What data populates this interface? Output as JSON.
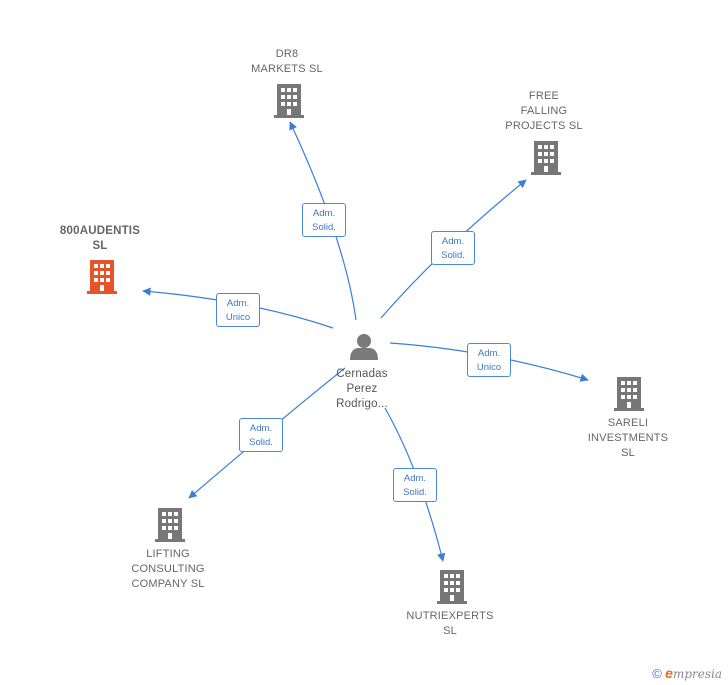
{
  "colors": {
    "edge": "#3a7fd5",
    "company": "#777777",
    "highlight": "#e8542a",
    "person": "#7a7a7a"
  },
  "center": {
    "label": "Cernadas\nPerez\nRodrigo..."
  },
  "nodes": [
    {
      "id": "dr8",
      "label": "DR8\nMARKETS  SL",
      "highlight": false
    },
    {
      "id": "free",
      "label": "FREE\nFALLING\nPROJECTS SL",
      "highlight": false
    },
    {
      "id": "audentis",
      "label": "800AUDENTIS\nSL",
      "highlight": true
    },
    {
      "id": "sareli",
      "label": "SARELI\nINVESTMENTS\nSL",
      "highlight": false
    },
    {
      "id": "lifting",
      "label": "LIFTING\nCONSULTING\nCOMPANY SL",
      "highlight": false
    },
    {
      "id": "nutri",
      "label": "NUTRIEXPERTS\nSL",
      "highlight": false
    }
  ],
  "edges": [
    {
      "to": "dr8",
      "line1": "Adm.",
      "line2": "Solid."
    },
    {
      "to": "free",
      "line1": "Adm.",
      "line2": "Solid."
    },
    {
      "to": "audentis",
      "line1": "Adm.",
      "line2": "Unico"
    },
    {
      "to": "sareli",
      "line1": "Adm.",
      "line2": "Unico"
    },
    {
      "to": "lifting",
      "line1": "Adm.",
      "line2": "Solid."
    },
    {
      "to": "nutri",
      "line1": "Adm.",
      "line2": "Solid."
    }
  ],
  "footer": {
    "copyright": "©",
    "brand_e": "e",
    "brand_rest": "mpresia"
  }
}
